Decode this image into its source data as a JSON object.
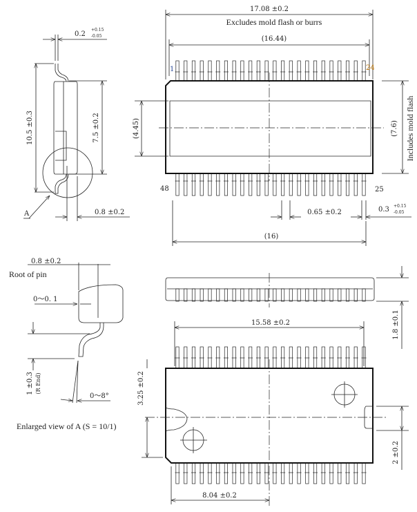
{
  "top_view": {
    "width_dim": "17.08  ±0.2",
    "note_excludes": "Excludes mold flash or burrs",
    "pin_span_dim": "(16.44)",
    "pin1": "1",
    "pin24": "24",
    "pin48": "48",
    "pin25": "25",
    "inner_height_dim": "(4.45)",
    "height_dim": "(7.6)",
    "note_includes": "Includes mold flash",
    "pitch_dim": "0.65  ±0.2",
    "lead_width_dim": "0.3",
    "lead_width_tol_plus": "+0.15",
    "lead_width_tol_minus": "-0.05",
    "lead_span_dim": "(16)",
    "pins_per_side": 24
  },
  "side_view": {
    "lead_thickness_dim": "0.2",
    "lead_thickness_tol_plus": "+0.15",
    "lead_thickness_tol_minus": "-0.05",
    "overall_width_dim": "10.5 ±0.3",
    "body_width_dim": "7.5 ±0.2",
    "lead_length_dim": "0.8 ±0.2",
    "detail_label": "A"
  },
  "detail_a": {
    "dim_08": "0.8 ±0.2",
    "root_of_pin": "Root of pin",
    "dim_0_01": "0～0. 1",
    "dim_1": "1 ±0.3",
    "r_end": "(R End)",
    "angle": "0～8°",
    "caption": "Enlarged view of A (S = 10/1)"
  },
  "front_view": {
    "height_dim": "1.8 ±0.1"
  },
  "bottom_view": {
    "width_dim": "15.58  ±0.2",
    "offset_dim": "3.25 ±0.2",
    "notch_dim": "2 ±0.2",
    "half_dim": "8.04 ±0.2"
  }
}
